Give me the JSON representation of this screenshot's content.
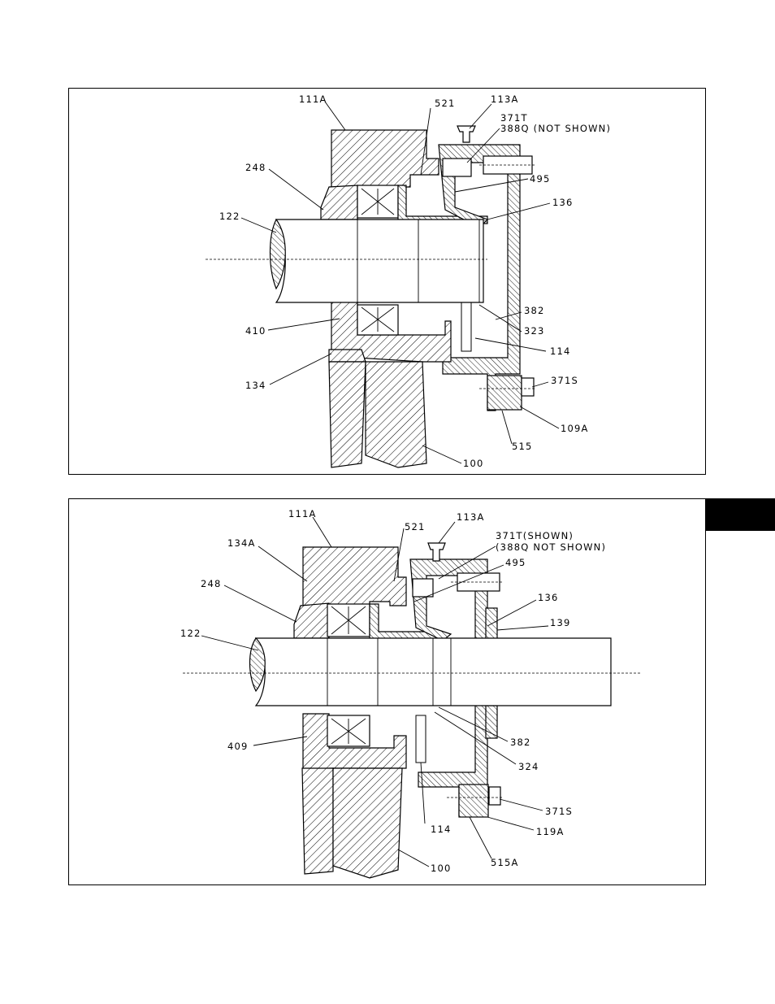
{
  "diagrams": [
    {
      "labels": {
        "a": "111A",
        "b": "521",
        "c": "113A",
        "d": "371T",
        "e": "388Q (NOT SHOWN)",
        "f": "248",
        "g": "495",
        "h": "136",
        "i": "122",
        "j": "382",
        "k": "410",
        "l": "323",
        "m": "114",
        "n": "134",
        "o": "371S",
        "p": "109A",
        "q": "515",
        "r": "100"
      }
    },
    {
      "labels": {
        "a": "111A",
        "b": "521",
        "c": "113A",
        "d": "371T(SHOWN)",
        "e": "(388Q NOT SHOWN)",
        "f": "134A",
        "g": "495",
        "h": "248",
        "i": "136",
        "j": "139",
        "k": "122",
        "l": "382",
        "m": "409",
        "n": "324",
        "o": "371S",
        "p": "114",
        "q": "119A",
        "r": "100",
        "s": "515A"
      }
    }
  ],
  "colors": {
    "ink": "#000000",
    "paper": "#ffffff"
  }
}
